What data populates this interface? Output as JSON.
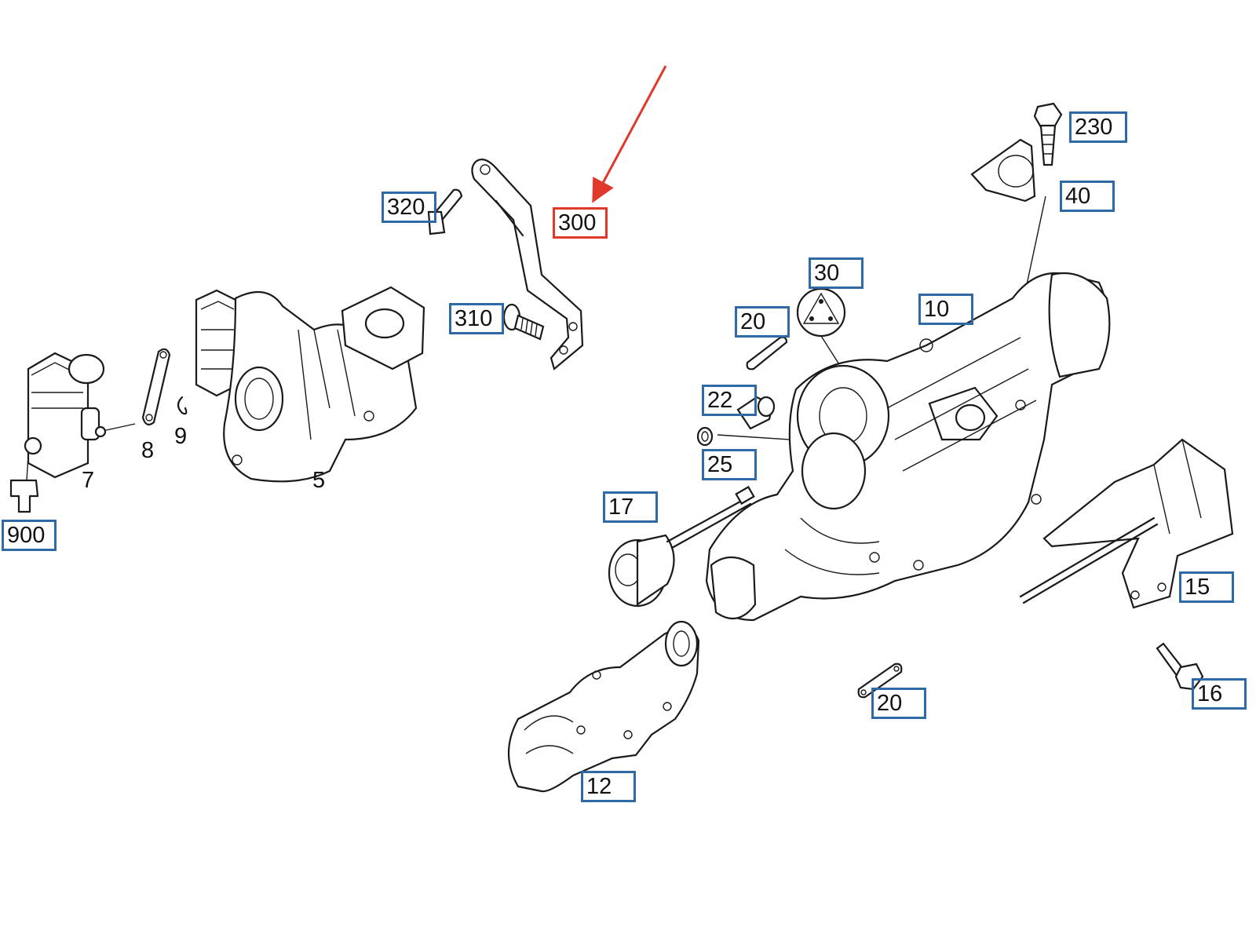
{
  "labels": {
    "l900": "900",
    "l7": "7",
    "l8": "8",
    "l9": "9",
    "l5": "5",
    "l320": "320",
    "l310": "310",
    "l300": "300",
    "l230": "230",
    "l40": "40",
    "l30": "30",
    "l10": "10",
    "l20a": "20",
    "l22": "22",
    "l25": "25",
    "l17": "17",
    "l15": "15",
    "l16": "16",
    "l20b": "20",
    "l12": "12"
  },
  "highlight": {
    "part": "300",
    "color": "#e0392b"
  },
  "box_color": "#2f6aa5"
}
